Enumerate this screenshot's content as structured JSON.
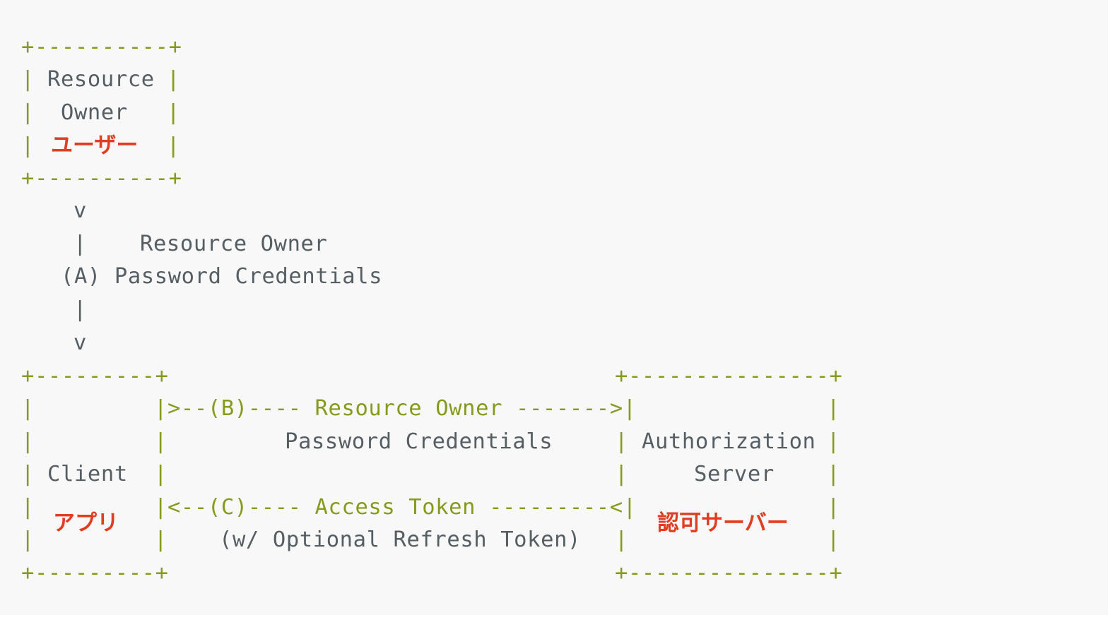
{
  "diagram": {
    "user_box": {
      "border_top": "+----------+",
      "border_bottom": "+----------+",
      "line1": "Resource",
      "line2": "Owner",
      "jp_label": "ユーザー"
    },
    "flow_a": {
      "arrow_top": "v",
      "pipe": "|",
      "label_line1": "Resource Owner",
      "label_line2": "(A) Password Credentials",
      "arrow_bottom": "v"
    },
    "client_box": {
      "border_top": "+---------+",
      "border_bottom": "+---------+",
      "label": "Client",
      "jp_label": "アプリ"
    },
    "flow_b": {
      "arrow_line": "|>--(B)---- Resource Owner ------->|",
      "label_line2": "Password Credentials"
    },
    "flow_c": {
      "arrow_line": "|<--(C)---- Access Token ---------<|",
      "label_line2": "(w/ Optional Refresh Token)"
    },
    "auth_box": {
      "border_top": "+---------------+",
      "border_bottom": "+---------------+",
      "line1": "Authorization",
      "line2": "Server",
      "jp_label": "認可サーバー"
    },
    "colors": {
      "border": "#869a1c",
      "text": "#555e63",
      "jp_label": "#e13d23",
      "background": "#f8f8f8"
    }
  }
}
